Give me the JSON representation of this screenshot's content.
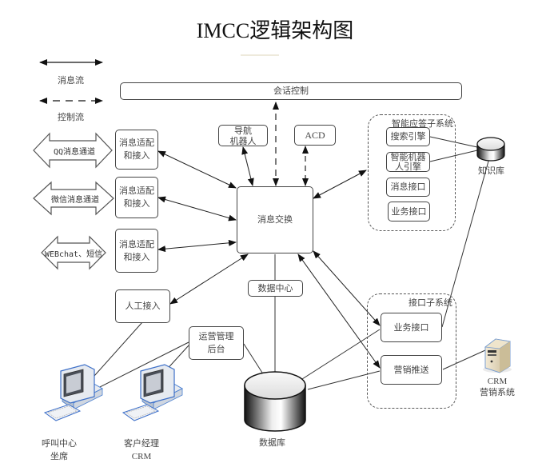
{
  "title": "IMCC逻辑架构图",
  "legend": {
    "message_flow": "消息流",
    "control_flow": "控制流"
  },
  "channels": [
    {
      "label": "QQ消息通道"
    },
    {
      "label": "微信消息通道"
    },
    {
      "label": "WEBchat、短信"
    }
  ],
  "adapters": [
    {
      "label_line1": "消息适配",
      "label_line2": "和接入"
    },
    {
      "label_line1": "消息适配",
      "label_line2": "和接入"
    },
    {
      "label_line1": "消息适配",
      "label_line2": "和接入"
    }
  ],
  "session_control": "会话控制",
  "nav_robot": {
    "line1": "导航",
    "line2": "机器人"
  },
  "acd": "ACD",
  "message_exchange": "消息交换",
  "manual_access": "人工接入",
  "data_center": "数据中心",
  "ops_backend": {
    "line1": "运营管理",
    "line2": "后台"
  },
  "database": "数据库",
  "smart_subsystem": {
    "title": "智能应答子系统",
    "items": [
      {
        "line1": "搜索引擎",
        "line2": ""
      },
      {
        "line1": "智能机器",
        "line2": "人引擎"
      },
      {
        "line1": "消息接口",
        "line2": ""
      },
      {
        "line1": "业务接口",
        "line2": ""
      }
    ]
  },
  "knowledge_base": "知识库",
  "interface_subsystem": {
    "title": "接口子系统",
    "items": [
      {
        "label": "业务接口"
      },
      {
        "label": "营销推送"
      }
    ]
  },
  "crm_system": {
    "line1": "CRM",
    "line2": "营销系统"
  },
  "workstations": [
    {
      "line1": "呼叫中心",
      "line2": "坐席"
    },
    {
      "line1": "客户经理",
      "line2": "CRM"
    }
  ]
}
